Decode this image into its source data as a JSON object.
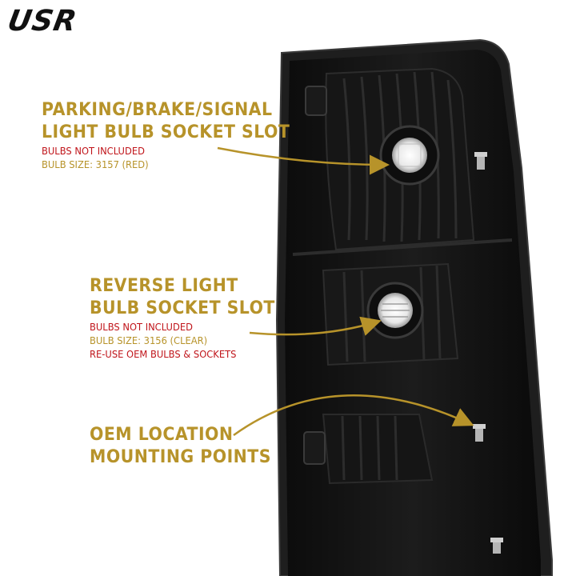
{
  "brand": {
    "logo_text": "USR",
    "accent_color": "#c9a227"
  },
  "callouts": {
    "parking": {
      "title_line1": "PARKING/BRAKE/SIGNAL",
      "title_line2": "LIGHT BULB SOCKET SLOT",
      "note": "BULBS NOT INCLUDED",
      "bulb_size": "BULB SIZE: 3157 (RED)"
    },
    "reverse": {
      "title_line1": "REVERSE LIGHT",
      "title_line2": "BULB SOCKET SLOT",
      "note": "BULBS NOT INCLUDED",
      "bulb_size": "BULB SIZE: 3156 (CLEAR)",
      "reuse": "RE-USE OEM BULBS & SOCKETS"
    },
    "mounting": {
      "title_line1": "OEM LOCATION",
      "title_line2": "MOUNTING POINTS"
    }
  },
  "colors": {
    "gold": "#b7932a",
    "red": "#c0151b",
    "housing": "#141414"
  }
}
